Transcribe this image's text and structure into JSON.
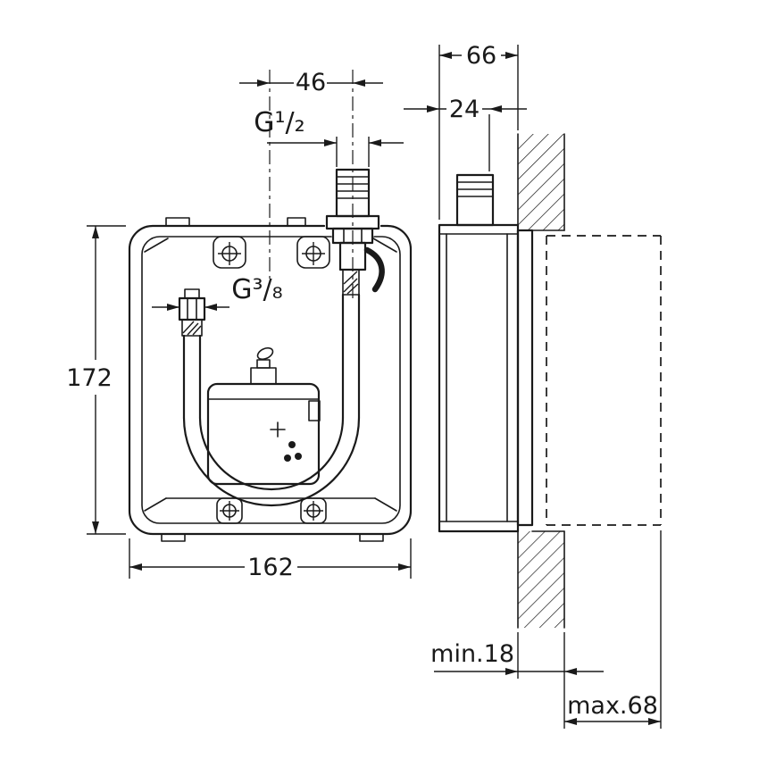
{
  "meta": {
    "description": "Technical installation drawing of a concealed mounting box (front view and side wall-section view)",
    "ink_color": "#1a1a1a",
    "background_color": "#ffffff"
  },
  "labels": {
    "dim_offset_top": "46",
    "thread_top": "G¹/₂",
    "dim_depth_total": "66",
    "dim_depth_front": "24",
    "thread_supply": "G³/₈",
    "dim_height": "172",
    "dim_width": "162",
    "dim_wall_min": "min.18",
    "dim_wall_max": "max.68"
  }
}
